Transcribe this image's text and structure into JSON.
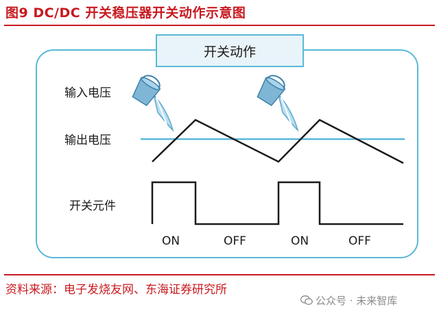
{
  "figure_title": "图9  DC/DC 开关稳压器开关动作示意图",
  "action_label": "开关动作",
  "row_labels": {
    "input_voltage": "输入电压",
    "output_voltage": "输出电压",
    "switch_element": "开关元件"
  },
  "switch_states": [
    "ON",
    "OFF",
    "ON",
    "OFF"
  ],
  "source_text": "资料来源：电子发烧友网、东海证券研究所",
  "watermark_text": "公众号 · 未来智库",
  "colors": {
    "accent_red": "#c8191f",
    "frame_blue": "#59b8d8",
    "action_fill": "#e9f4fa",
    "bucket_blue": "#7fb6d6",
    "water_blue": "#b9e0f2",
    "line_black": "#1a1a1a"
  },
  "icons": [
    "bucket-pour-icon",
    "bucket-pour-icon",
    "wechat-icon"
  ]
}
